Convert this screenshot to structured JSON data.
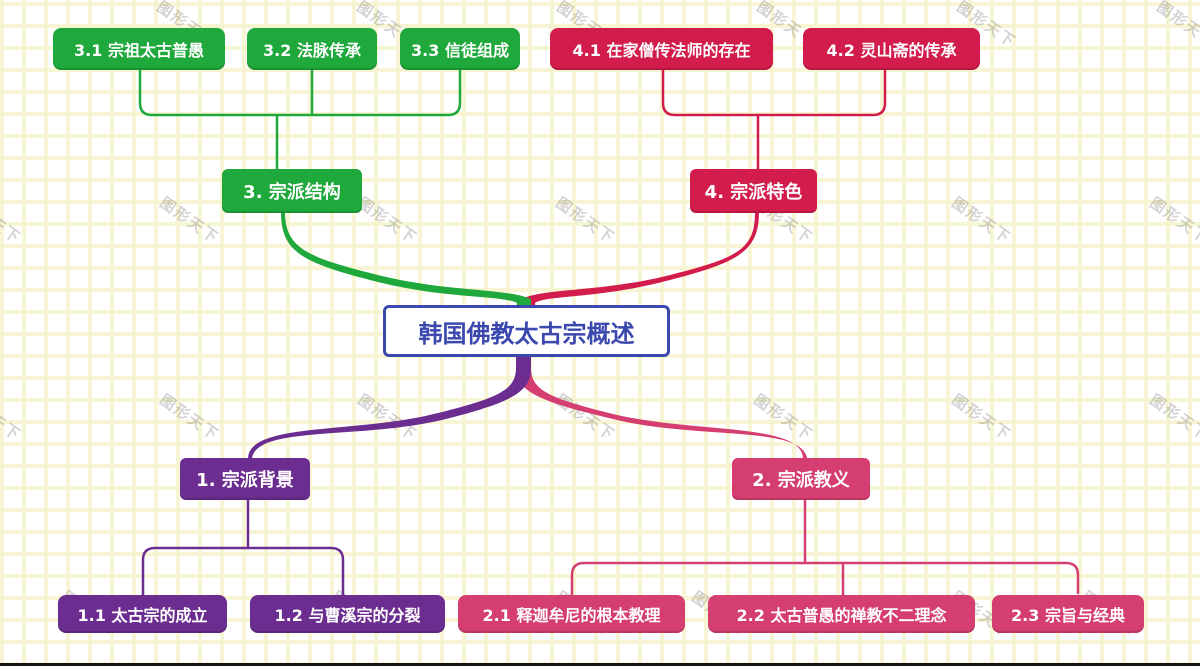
{
  "watermark": "图形天下",
  "center": {
    "label": "韩国佛教太古宗概述",
    "color": "#3b49ae"
  },
  "branches": [
    {
      "label": "1. 宗派背景",
      "color": "#6b2e90",
      "children": [
        {
          "label": "1.1 太古宗的成立"
        },
        {
          "label": "1.2 与曹溪宗的分裂"
        }
      ]
    },
    {
      "label": "2. 宗派教义",
      "color": "#d53e70",
      "children": [
        {
          "label": "2.1 释迦牟尼的根本教理"
        },
        {
          "label": "2.2 太古普愚的禅教不二理念"
        },
        {
          "label": "2.3 宗旨与经典"
        }
      ]
    },
    {
      "label": "3. 宗派结构",
      "color": "#1fa83b",
      "children": [
        {
          "label": "3.1 宗祖太古普愚"
        },
        {
          "label": "3.2 法脉传承"
        },
        {
          "label": "3.3 信徒组成"
        }
      ]
    },
    {
      "label": "4. 宗派特色",
      "color": "#d21c4c",
      "children": [
        {
          "label": "4.1 在家僧传法师的存在"
        },
        {
          "label": "4.2 灵山斋的传承"
        }
      ]
    }
  ]
}
